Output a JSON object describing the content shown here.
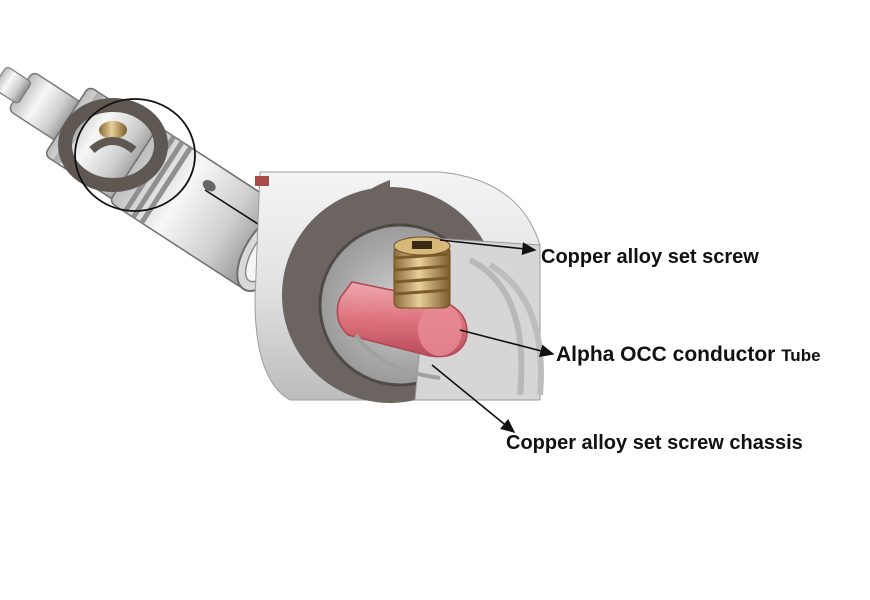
{
  "callouts": {
    "set_screw": "Copper alloy set screw",
    "conductor_main": "Alpha OCC conductor",
    "conductor_suffix": "Tube",
    "chassis": "Copper alloy set screw chassis"
  },
  "colors": {
    "metal_light": "#eeeeee",
    "metal_dark": "#6b6460",
    "copper": "#c8a46a",
    "conductor_red": "#e0707a",
    "leader_line": "#111111"
  }
}
